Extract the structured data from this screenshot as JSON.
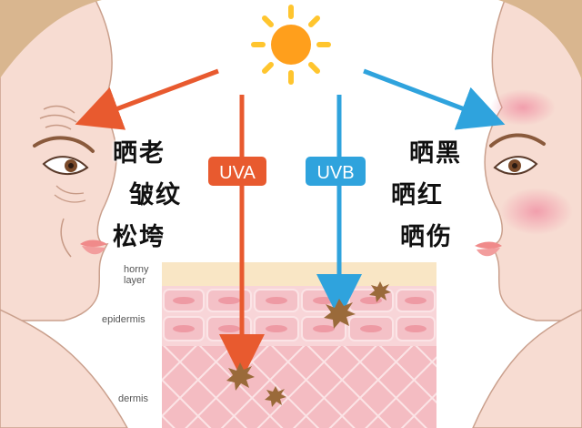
{
  "rays": {
    "uva": {
      "label": "UVA",
      "color": "#e85a2f"
    },
    "uvb": {
      "label": "UVB",
      "color": "#2fa3dd"
    }
  },
  "effects": {
    "uva": [
      "晒老",
      "皱纹",
      "松垮"
    ],
    "uvb": [
      "晒黑",
      "晒红",
      "晒伤"
    ]
  },
  "layers": {
    "horny": "horny\nlayer",
    "epidermis": "epidermis",
    "dermis": "dermis"
  },
  "colors": {
    "sun": "#ff9f1c",
    "sun_rays": "#ffc52e",
    "skin": "#f7dcd2",
    "hair": "#d9b68f",
    "horny_layer": "#f9e6c5",
    "epidermis": "#f6cfd2",
    "dermis": "#f2b2b8"
  }
}
